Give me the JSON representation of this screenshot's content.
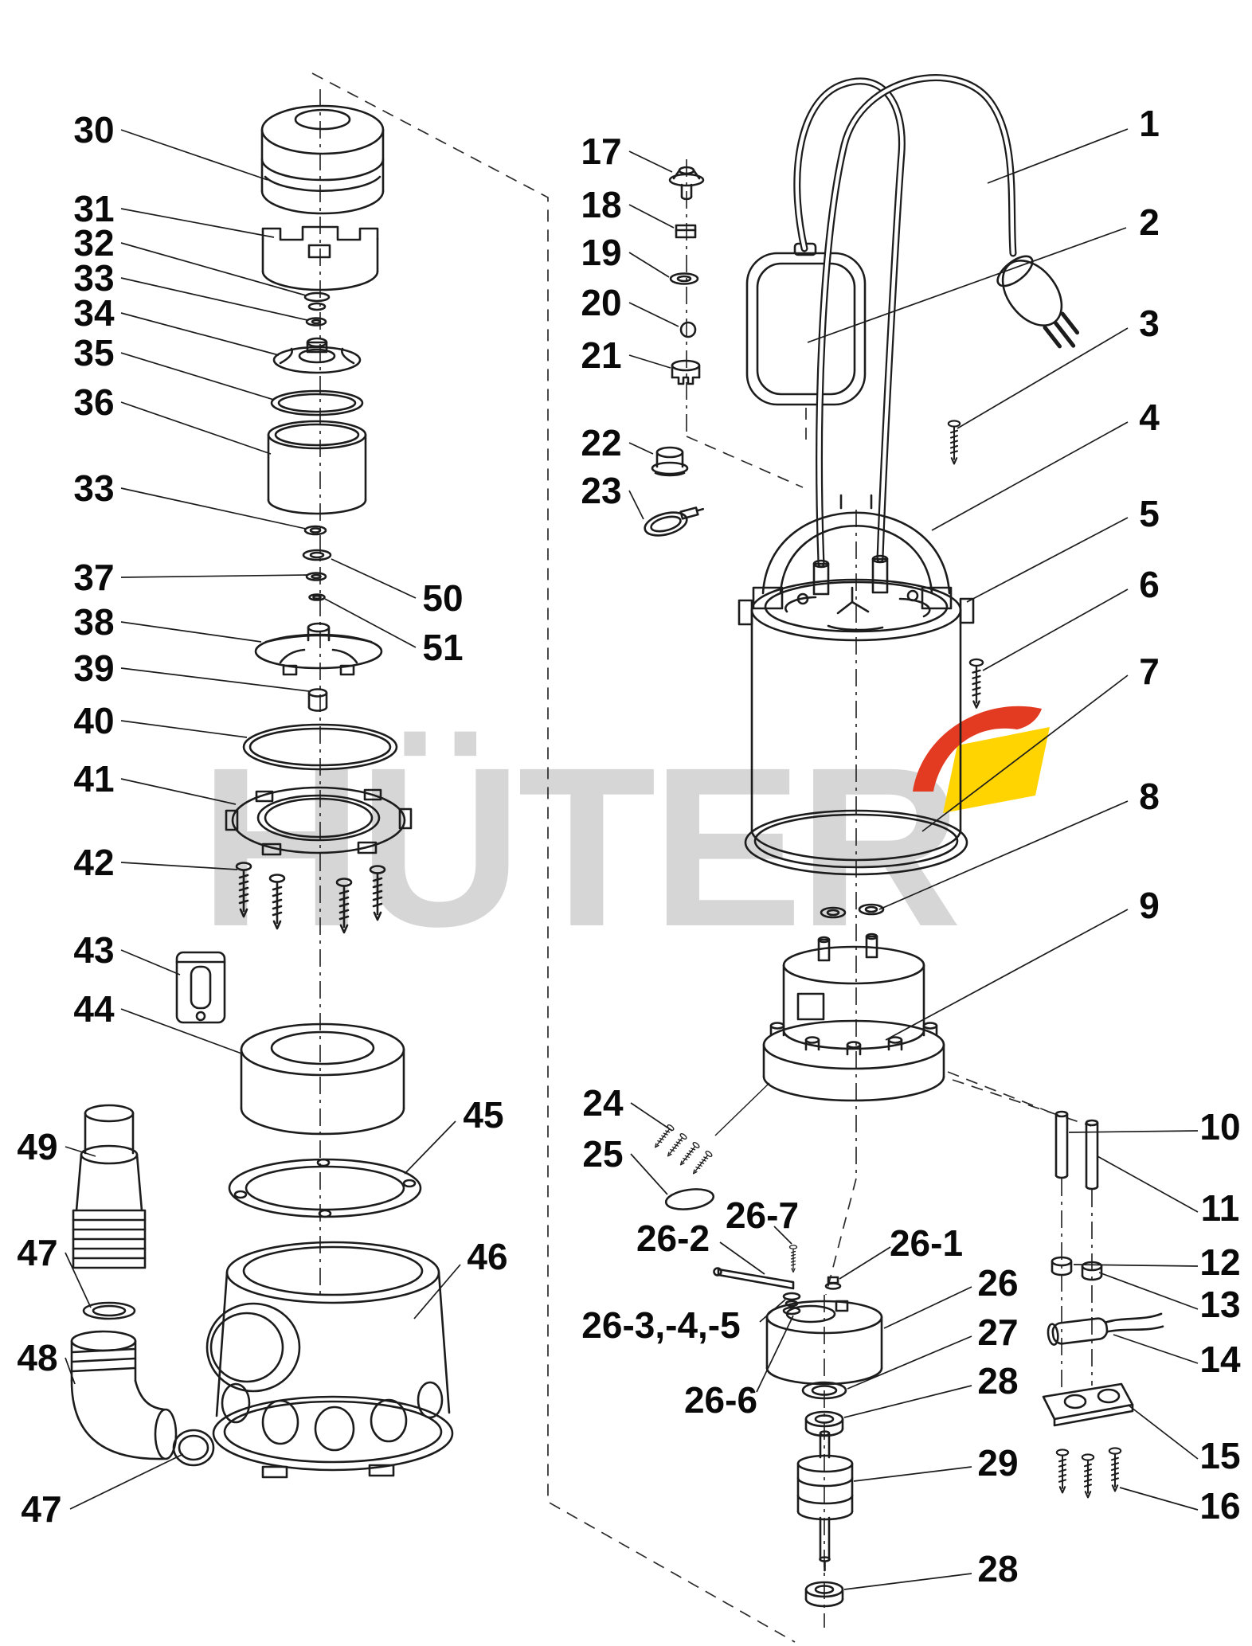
{
  "diagram": {
    "watermark_text": "HÜTER",
    "colors": {
      "line": "#1c1c1c",
      "watermark_gray": "#d6d6d6",
      "logo_red": "#e23b22",
      "logo_yellow": "#ffd400"
    },
    "labels": {
      "n1": "1",
      "n2": "2",
      "n3": "3",
      "n4": "4",
      "n5": "5",
      "n6": "6",
      "n7": "7",
      "n8": "8",
      "n9": "9",
      "n10": "10",
      "n11": "11",
      "n12": "12",
      "n13": "13",
      "n14": "14",
      "n15": "15",
      "n16": "16",
      "n17": "17",
      "n18": "18",
      "n19": "19",
      "n20": "20",
      "n21": "21",
      "n22": "22",
      "n23": "23",
      "n24": "24",
      "n25": "25",
      "n26": "26",
      "n26_1": "26-1",
      "n26_2": "26-2",
      "n26_345": "26-3,-4,-5",
      "n26_6": "26-6",
      "n26_7": "26-7",
      "n27": "27",
      "n28": "28",
      "n29": "29",
      "n30": "30",
      "n31": "31",
      "n32": "32",
      "n33": "33",
      "n34": "34",
      "n35": "35",
      "n36": "36",
      "n37": "37",
      "n38": "38",
      "n39": "39",
      "n40": "40",
      "n41": "41",
      "n42": "42",
      "n43": "43",
      "n44": "44",
      "n45": "45",
      "n46": "46",
      "n47": "47",
      "n48": "48",
      "n49": "49",
      "n50": "50",
      "n51": "51"
    }
  }
}
